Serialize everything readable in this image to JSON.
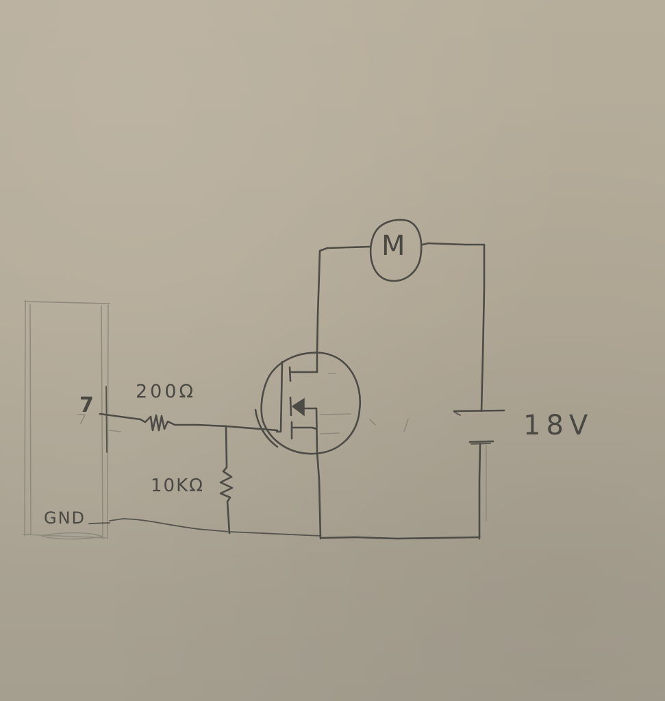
{
  "diagram": {
    "type": "hand-drawn circuit schematic",
    "medium": "pencil on paper",
    "colors": {
      "paper": "#b2a997",
      "pencil": "#4d4b46",
      "faint_pencil": "#8f8a7e"
    },
    "components": {
      "controller": {
        "shape": "rectangle (microcontroller board outline)",
        "pin_label": "7",
        "ground_label": "GND"
      },
      "gate_resistor": {
        "label": "200Ω",
        "symbol": "zigzag resistor"
      },
      "pulldown_resistor": {
        "label": "10KΩ",
        "symbol": "zigzag resistor"
      },
      "transistor": {
        "symbol": "MOSFET in circle"
      },
      "motor": {
        "label": "M",
        "symbol": "circle"
      },
      "battery": {
        "label": "18V",
        "symbol": "two-plate battery"
      }
    },
    "connections": [
      "pin 7 -> 200Ω -> MOSFET gate",
      "gate node -> 10KΩ -> ground",
      "MOSFET drain -> motor -> battery +",
      "MOSFET source -> ground -> battery -",
      "GND -> ground rail"
    ]
  }
}
